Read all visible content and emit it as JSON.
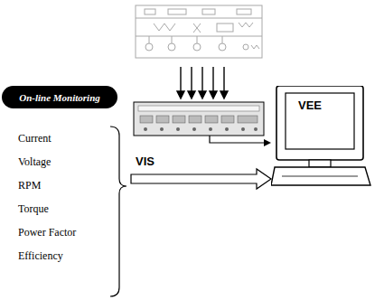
{
  "diagram": {
    "nodes": [
      {
        "text": [
          "On-line Monitoring"
        ]
      },
      {
        "text": [
          "VIS"
        ]
      },
      {
        "text": [
          "VEE"
        ]
      }
    ],
    "edges": [
      {
        "from": 1,
        "to": 2,
        "arrow": "to"
      },
      {
        "from": 1,
        "to": 2,
        "arrow": "to"
      }
    ],
    "labels": [
      "Current",
      "Voltage",
      "RPM",
      "Torque",
      "Power Factor",
      "Efficiency"
    ]
  }
}
